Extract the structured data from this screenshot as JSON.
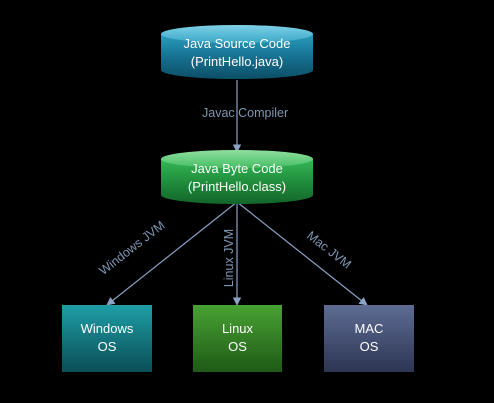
{
  "nodes": {
    "source": {
      "line1": "Java Source Code",
      "line2": "(PrintHello.java)"
    },
    "bytecode": {
      "line1": "Java Byte Code",
      "line2": "(PrintHello.class)"
    },
    "windows": {
      "line1": "Windows",
      "line2": "OS"
    },
    "linux": {
      "line1": "Linux",
      "line2": "OS"
    },
    "mac": {
      "line1": "MAC",
      "line2": "OS"
    }
  },
  "edges": {
    "compile": "Javac Compiler",
    "windows": "Windows JVM",
    "linux": "Linux JVM",
    "mac": "Mac JVM"
  },
  "colors": {
    "background": "#000000",
    "source": "#1c7fa0",
    "bytecode": "#2aa044",
    "windows": "#1a8c93",
    "linux": "#3b8c2a",
    "mac": "#4c5a80",
    "connector": "#8aa3c7",
    "label": "#7f96b2"
  }
}
